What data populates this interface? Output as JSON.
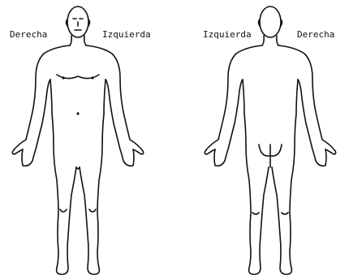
{
  "front_view": {
    "label_right": "Derecha",
    "label_left": "Izquierda"
  },
  "back_view": {
    "label_left": "Izquierda",
    "label_right": "Derecha"
  }
}
